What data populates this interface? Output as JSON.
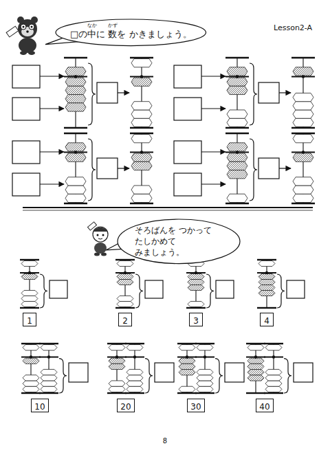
{
  "diagram": {
    "nodes": [
      {
        "text": [
          "□の中に 数を かきましょう。",
          "なか",
          "かず"
        ]
      },
      {
        "text": [
          "そろばんを つかって たしかめて みましょう。"
        ]
      },
      {
        "text": [
          "1"
        ]
      },
      {
        "text": [
          "2"
        ]
      },
      {
        "text": [
          "3"
        ]
      },
      {
        "text": [
          "4"
        ]
      },
      {
        "text": [
          "10"
        ]
      },
      {
        "text": [
          "20"
        ]
      },
      {
        "text": [
          "30"
        ]
      },
      {
        "text": [
          "40"
        ]
      }
    ],
    "labels": [
      "Lesson2-A",
      "8"
    ]
  }
}
